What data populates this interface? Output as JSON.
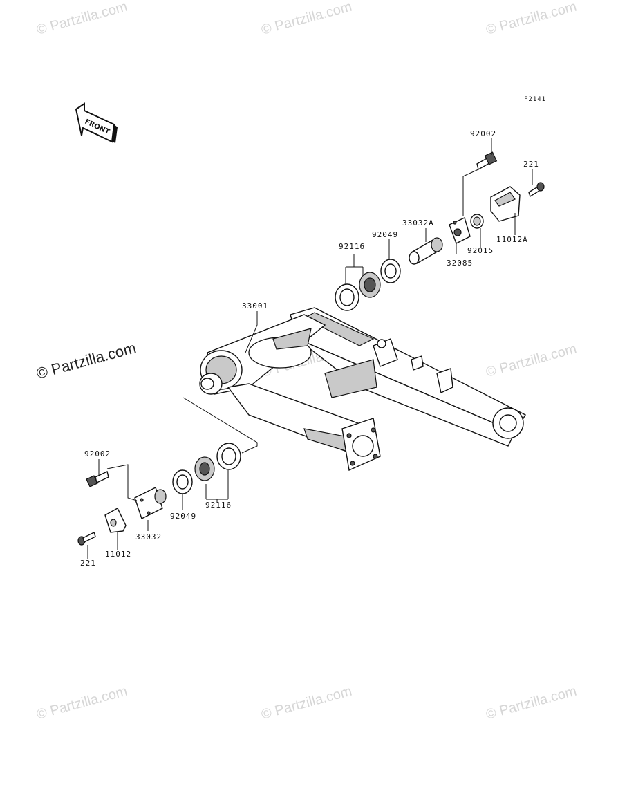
{
  "figure_code": "F2141",
  "front_arrow_label": "FRONT",
  "watermark_text": "© Partzilla.com",
  "labels": {
    "p92002_top": "92002",
    "p221_top": "221",
    "p33032A": "33032A",
    "p92049_top": "92049",
    "p92116_top": "92116",
    "p92015": "92015",
    "p32085": "32085",
    "p11012A": "11012A",
    "p33001": "33001",
    "p92002_bottom": "92002",
    "p92049_bottom": "92049",
    "p92116_bottom": "92116",
    "p33032": "33032",
    "p11012": "11012",
    "p221_bottom": "221"
  }
}
